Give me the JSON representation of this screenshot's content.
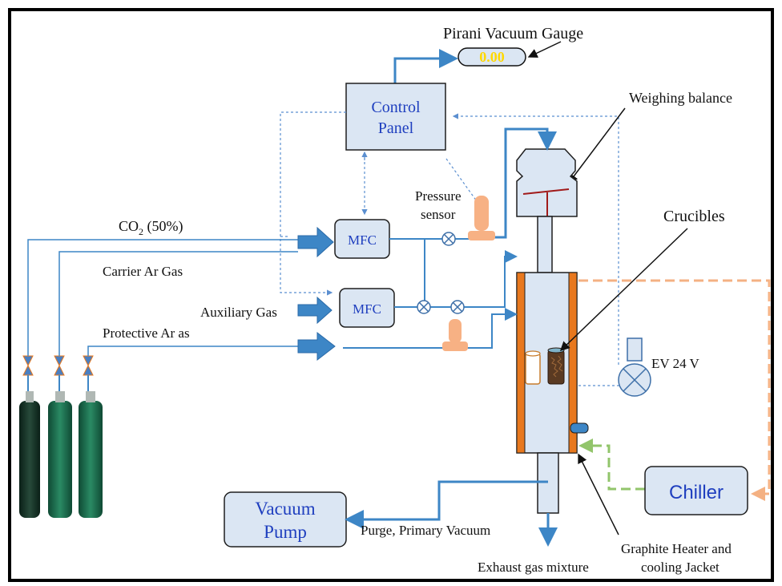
{
  "labels": {
    "pirani_gauge": "Pirani Vacuum Gauge",
    "gauge_reading": "0.00",
    "control_panel_line1": "Control",
    "control_panel_line2": "Panel",
    "weighing_balance": "Weighing balance",
    "crucibles": "Crucibles",
    "pressure_sensor_line1": "Pressure",
    "pressure_sensor_line2": "sensor",
    "co2_prefix": "CO",
    "co2_subscript": "2",
    "co2_suffix": " (50%)",
    "carrier_ar_gas": "Carrier Ar Gas",
    "auxiliary_gas": "Auxiliary Gas",
    "protective_ar": "Protective Ar as",
    "mfc_top": "MFC",
    "mfc_bottom": "MFC",
    "ev_valve": "EV 24 V",
    "chiller": "Chiller",
    "vacuum_pump_line1": "Vacuum",
    "vacuum_pump_line2": "Pump",
    "purge_primary_vacuum": "Purge, Primary Vacuum",
    "heater_line1": "Graphite Heater and",
    "heater_line2": "cooling Jacket",
    "exhaust": "Exhaust gas mixture"
  },
  "colors": {
    "gas_line": "#3d86c6",
    "box_fill": "#dbe6f3",
    "box_stroke": "#1f1f1f",
    "label_blue": "#1f3fbf",
    "arrow_fill": "#3d86c6",
    "heater_orange": "#e8781e",
    "coolant_orange": "#f4b183",
    "coolant_green": "#92c56b",
    "rod_red": "#a11a1a",
    "gauge_yellow": "#ffd800",
    "sensor_peach": "#f7b184",
    "cylinder_green": "#1d6b4e",
    "cylinder_dark": "#1a3a2a"
  },
  "icons": {
    "valve": "valve-cross-icon",
    "gas_cylinder": "gas-cylinder-icon",
    "needle_valve": "needle-valve-icon",
    "flow_arrow": "flow-arrow-icon"
  }
}
